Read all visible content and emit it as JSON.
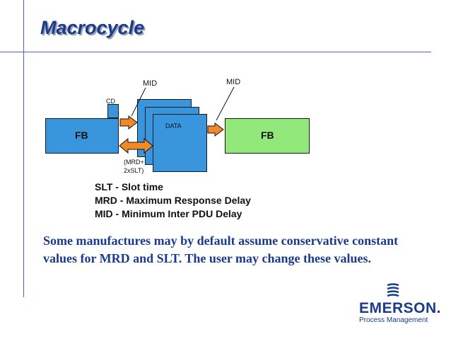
{
  "slide": {
    "title": "Macrocycle"
  },
  "diagram": {
    "fb_left": "FB",
    "fb_right": "FB",
    "cd": "CD",
    "data": "DATA",
    "mid_left": "MID",
    "mid_right": "MID",
    "mrd_line1": "(MRD+",
    "mrd_line2": "2xSLT)"
  },
  "legend": {
    "slt": "SLT - Slot time",
    "mrd": "MRD - Maximum Response Delay",
    "mid": "MID - Minimum Inter PDU Delay"
  },
  "note": "Some manufactures may by default assume conservative constant values for MRD and SLT.  The user may change these values.",
  "logo": {
    "name": "EMERSON.",
    "subtitle": "Process Management"
  },
  "colors": {
    "title": "#1a3a8c",
    "fb_blue": "#3a96dc",
    "fb_green": "#93e87b",
    "arrow_orange": "#f08a28"
  }
}
